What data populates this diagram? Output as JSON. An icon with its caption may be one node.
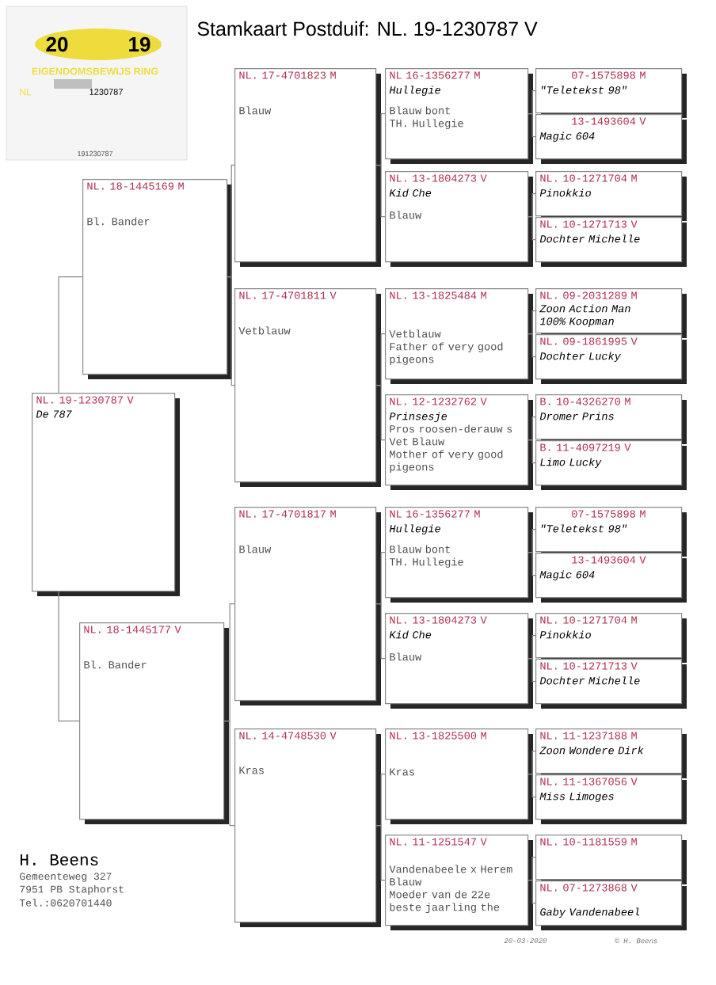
{
  "diagram": {
    "title": "Stamkaart Postduif: NL. 19-1230787 V",
    "nodes": [
      {
        "text": [
          "NL. 19-1230787 V",
          "De 787"
        ]
      },
      {
        "text": [
          "NL. 18-1445169 M",
          "Bl. Bander"
        ]
      },
      {
        "text": [
          "NL. 18-1445177 V",
          "Bl. Bander"
        ]
      },
      {
        "text": [
          "NL. 17-4701823 M",
          "Blauw"
        ]
      },
      {
        "text": [
          "NL. 17-4701811 V",
          "Vetblauw"
        ]
      },
      {
        "text": [
          "NL. 17-4701817 M",
          "Blauw"
        ]
      },
      {
        "text": [
          "NL. 14-4748530 V",
          "Kras"
        ]
      },
      {
        "text": [
          "NL 16-1356277 M",
          "Hullegie",
          "Blauw bont",
          "TH. Hullegie"
        ]
      },
      {
        "text": [
          "NL. 13-1804273 V",
          "Kid Che",
          "Blauw"
        ]
      },
      {
        "text": [
          "NL. 13-1825484 M",
          "Vetblauw",
          "Father of very good pigeons"
        ]
      },
      {
        "text": [
          "NL. 12-1232762 V",
          "Prinsesje",
          "Pros roosen-derauw s",
          "Vet Blauw",
          "Mother of very good pigeons"
        ]
      },
      {
        "text": [
          "NL 16-1356277 M",
          "Hullegie",
          "Blauw bont",
          "TH. Hullegie"
        ]
      },
      {
        "text": [
          "NL. 13-1804273 V",
          "Kid Che",
          "Blauw"
        ]
      },
      {
        "text": [
          "NL. 13-1825500 M",
          "Kras"
        ]
      },
      {
        "text": [
          "NL. 11-1251547 V",
          "Vandenabeele x Herem",
          "Blauw",
          "Moeder van de 22e beste jaarling the"
        ]
      },
      {
        "text": [
          "07-1575898 M",
          "\"Teletekst 98\""
        ]
      },
      {
        "text": [
          "13-1493604 V",
          "Magic 604"
        ]
      },
      {
        "text": [
          "NL. 10-1271704 M",
          "Pinokkio"
        ]
      },
      {
        "text": [
          "NL. 10-1271713 V",
          "Dochter Michelle"
        ]
      },
      {
        "text": [
          "NL. 09-2031289 M",
          "Zoon Action Man 100% Koopman"
        ]
      },
      {
        "text": [
          "NL. 09-1861995 V",
          "Dochter Lucky"
        ]
      },
      {
        "text": [
          "B. 10-4326270 M",
          "Dromer Prins"
        ]
      },
      {
        "text": [
          "B. 11-4097219 V",
          "Limo Lucky"
        ]
      },
      {
        "text": [
          "07-1575898 M",
          "\"Teletekst 98\""
        ]
      },
      {
        "text": [
          "13-1493604 V",
          "Magic 604"
        ]
      },
      {
        "text": [
          "NL. 10-1271704 M",
          "Pinokkio"
        ]
      },
      {
        "text": [
          "NL. 10-1271713 V",
          "Dochter Michelle"
        ]
      },
      {
        "text": [
          "NL. 11-1237188 M",
          "Zoon Wondere Dirk"
        ]
      },
      {
        "text": [
          "NL. 11-1367056 V",
          "Miss Limoges"
        ]
      },
      {
        "text": [
          "NL. 10-1181559 M"
        ]
      },
      {
        "text": [
          "NL. 07-1273868 V",
          "Gaby Vandenabeel"
        ]
      }
    ],
    "edges": [
      {
        "from": 0,
        "to": 1,
        "arrow": "none"
      },
      {
        "from": 0,
        "to": 2,
        "arrow": "none"
      },
      {
        "from": 1,
        "to": 3,
        "arrow": "none"
      },
      {
        "from": 1,
        "to": 4,
        "arrow": "none"
      },
      {
        "from": 2,
        "to": 5,
        "arrow": "none"
      },
      {
        "from": 2,
        "to": 6,
        "arrow": "none"
      },
      {
        "from": 3,
        "to": 7,
        "arrow": "none"
      },
      {
        "from": 3,
        "to": 8,
        "arrow": "none"
      },
      {
        "from": 4,
        "to": 9,
        "arrow": "none"
      },
      {
        "from": 4,
        "to": 10,
        "arrow": "none"
      },
      {
        "from": 5,
        "to": 11,
        "arrow": "none"
      },
      {
        "from": 5,
        "to": 12,
        "arrow": "none"
      },
      {
        "from": 6,
        "to": 13,
        "arrow": "none"
      },
      {
        "from": 6,
        "to": 14,
        "arrow": "none"
      },
      {
        "from": 7,
        "to": 15,
        "arrow": "none"
      },
      {
        "from": 7,
        "to": 16,
        "arrow": "none"
      },
      {
        "from": 8,
        "to": 17,
        "arrow": "none"
      },
      {
        "from": 8,
        "to": 18,
        "arrow": "none"
      },
      {
        "from": 9,
        "to": 19,
        "arrow": "none"
      },
      {
        "from": 9,
        "to": 20,
        "arrow": "none"
      },
      {
        "from": 10,
        "to": 21,
        "arrow": "none"
      },
      {
        "from": 10,
        "to": 22,
        "arrow": "none"
      },
      {
        "from": 11,
        "to": 23,
        "arrow": "none"
      },
      {
        "from": 11,
        "to": 24,
        "arrow": "none"
      },
      {
        "from": 12,
        "to": 25,
        "arrow": "none"
      },
      {
        "from": 12,
        "to": 26,
        "arrow": "none"
      },
      {
        "from": 13,
        "to": 27,
        "arrow": "none"
      },
      {
        "from": 13,
        "to": 28,
        "arrow": "none"
      },
      {
        "from": 14,
        "to": 29,
        "arrow": "none"
      },
      {
        "from": 14,
        "to": 30,
        "arrow": "none"
      }
    ],
    "labels": [
      "20",
      "19",
      "EIGENDOMSBEWIJS RING",
      "NL",
      "1230787",
      "191230787",
      "H. Beens",
      "Gemeenteweg 327",
      "7951 PB Staphorst",
      "Tel.:0620701440",
      "20-03-2020",
      "© H. Beens"
    ]
  }
}
